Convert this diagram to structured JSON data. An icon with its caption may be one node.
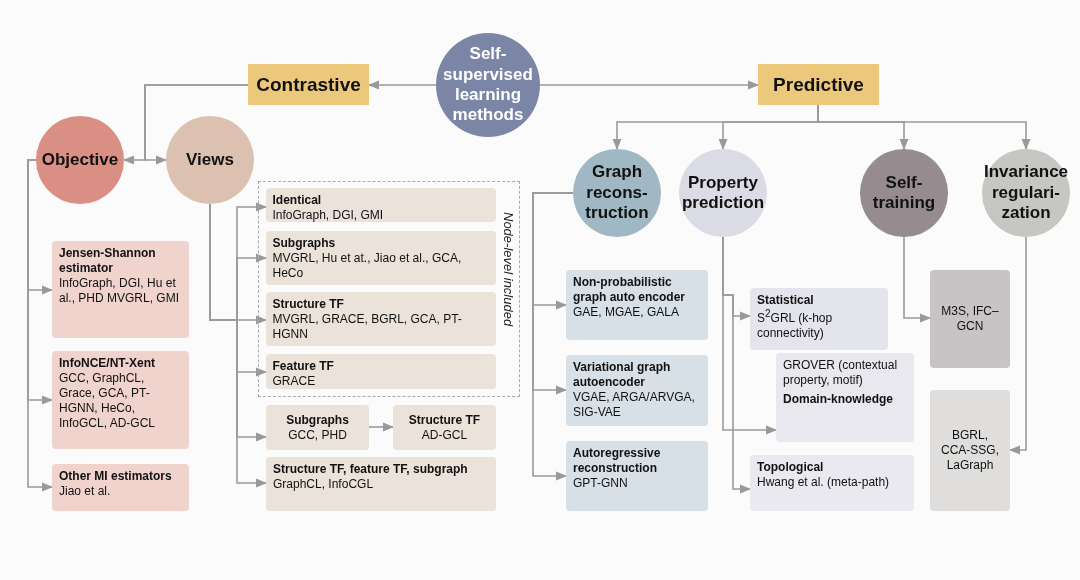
{
  "diagram": {
    "nodes": [
      {
        "text": [
          "Self-supervised learning methods"
        ]
      },
      {
        "text": [
          "Contrastive"
        ]
      },
      {
        "text": [
          "Predictive"
        ]
      },
      {
        "text": [
          "Objective"
        ]
      },
      {
        "text": [
          "Views"
        ]
      },
      {
        "text": [
          "Node-level included"
        ]
      },
      {
        "text": [
          "Identical",
          "InfoGraph, DGI, GMI"
        ],
        "in": 5
      },
      {
        "text": [
          "Subgraphs",
          "MVGRL, Hu et at., Jiao et al., GCA, HeCo"
        ],
        "in": 5
      },
      {
        "text": [
          "Structure TF",
          "MVGRL, GRACE, BGRL, GCA, PT-HGNN"
        ],
        "in": 5
      },
      {
        "text": [
          "Feature TF",
          "GRACE"
        ],
        "in": 5
      },
      {
        "text": [
          "Subgraphs",
          "GCC, PHD"
        ]
      },
      {
        "text": [
          "Structure TF",
          "AD-GCL"
        ]
      },
      {
        "text": [
          "Structure TF, feature TF, subgraph",
          "GraphCL, InfoCGL"
        ]
      },
      {
        "text": [
          "Jensen-Shannon estimator",
          "InfoGraph, DGI, Hu et al., PHD MVGRL, GMI"
        ]
      },
      {
        "text": [
          "InfoNCE/NT-Xent",
          "GCC, GraphCL, Grace, GCA, PT-HGNN, HeCo, InfoGCL, AD-GCL"
        ]
      },
      {
        "text": [
          "Other MI estimators",
          "Jiao et al."
        ]
      },
      {
        "text": [
          "Graph recons-truction"
        ]
      },
      {
        "text": [
          "Property prediction"
        ]
      },
      {
        "text": [
          "Self-training"
        ]
      },
      {
        "text": [
          "Invariance regulari-zation"
        ]
      },
      {
        "text": [
          "Non-probabilistic graph auto encoder",
          "GAE, MGAE, GALA"
        ]
      },
      {
        "text": [
          "Variational graph autoencoder",
          "VGAE, ARGA/ARVGA, SIG-VAE"
        ]
      },
      {
        "text": [
          "Autoregressive reconstruction",
          "GPT-GNN"
        ]
      },
      {
        "text": [
          "Statistical",
          "S$^{2}$GRL (k-hop connectivity)"
        ]
      },
      {
        "text": [
          "GROVER (contextual property, motif)",
          "Domain-knowledge"
        ]
      },
      {
        "text": [
          "Topological",
          "Hwang et al. (meta-path)"
        ]
      },
      {
        "text": [
          "M3S, IFC–GCN"
        ]
      },
      {
        "text": [
          "BGRL, CCA-SSG, LaGraph"
        ]
      }
    ],
    "edges": [
      {
        "from": 0,
        "to": 1,
        "arrow": "to"
      },
      {
        "from": 0,
        "to": 2,
        "arrow": "to"
      },
      {
        "from": 1,
        "to": 3,
        "arrow": "to"
      },
      {
        "from": 1,
        "to": 4,
        "arrow": "to"
      },
      {
        "from": 3,
        "to": 13,
        "arrow": "to"
      },
      {
        "from": 3,
        "to": 14,
        "arrow": "to"
      },
      {
        "from": 3,
        "to": 15,
        "arrow": "to"
      },
      {
        "from": 4,
        "to": 6,
        "arrow": "to"
      },
      {
        "from": 4,
        "to": 7,
        "arrow": "to"
      },
      {
        "from": 4,
        "to": 8,
        "arrow": "to"
      },
      {
        "from": 4,
        "to": 9,
        "arrow": "to"
      },
      {
        "from": 4,
        "to": 10,
        "arrow": "to"
      },
      {
        "from": 4,
        "to": 12,
        "arrow": "to"
      },
      {
        "from": 10,
        "to": 11,
        "arrow": "to"
      },
      {
        "from": 2,
        "to": 16,
        "arrow": "to"
      },
      {
        "from": 2,
        "to": 17,
        "arrow": "to"
      },
      {
        "from": 2,
        "to": 18,
        "arrow": "to"
      },
      {
        "from": 2,
        "to": 19,
        "arrow": "to"
      },
      {
        "from": 16,
        "to": 20,
        "arrow": "to"
      },
      {
        "from": 16,
        "to": 21,
        "arrow": "to"
      },
      {
        "from": 16,
        "to": 22,
        "arrow": "to"
      },
      {
        "from": 17,
        "to": 23,
        "arrow": "to"
      },
      {
        "from": 17,
        "to": 24,
        "arrow": "to"
      },
      {
        "from": 17,
        "to": 25,
        "arrow": "to"
      },
      {
        "from": 18,
        "to": 26,
        "arrow": "to"
      },
      {
        "from": 19,
        "to": 27,
        "arrow": "to"
      }
    ]
  }
}
